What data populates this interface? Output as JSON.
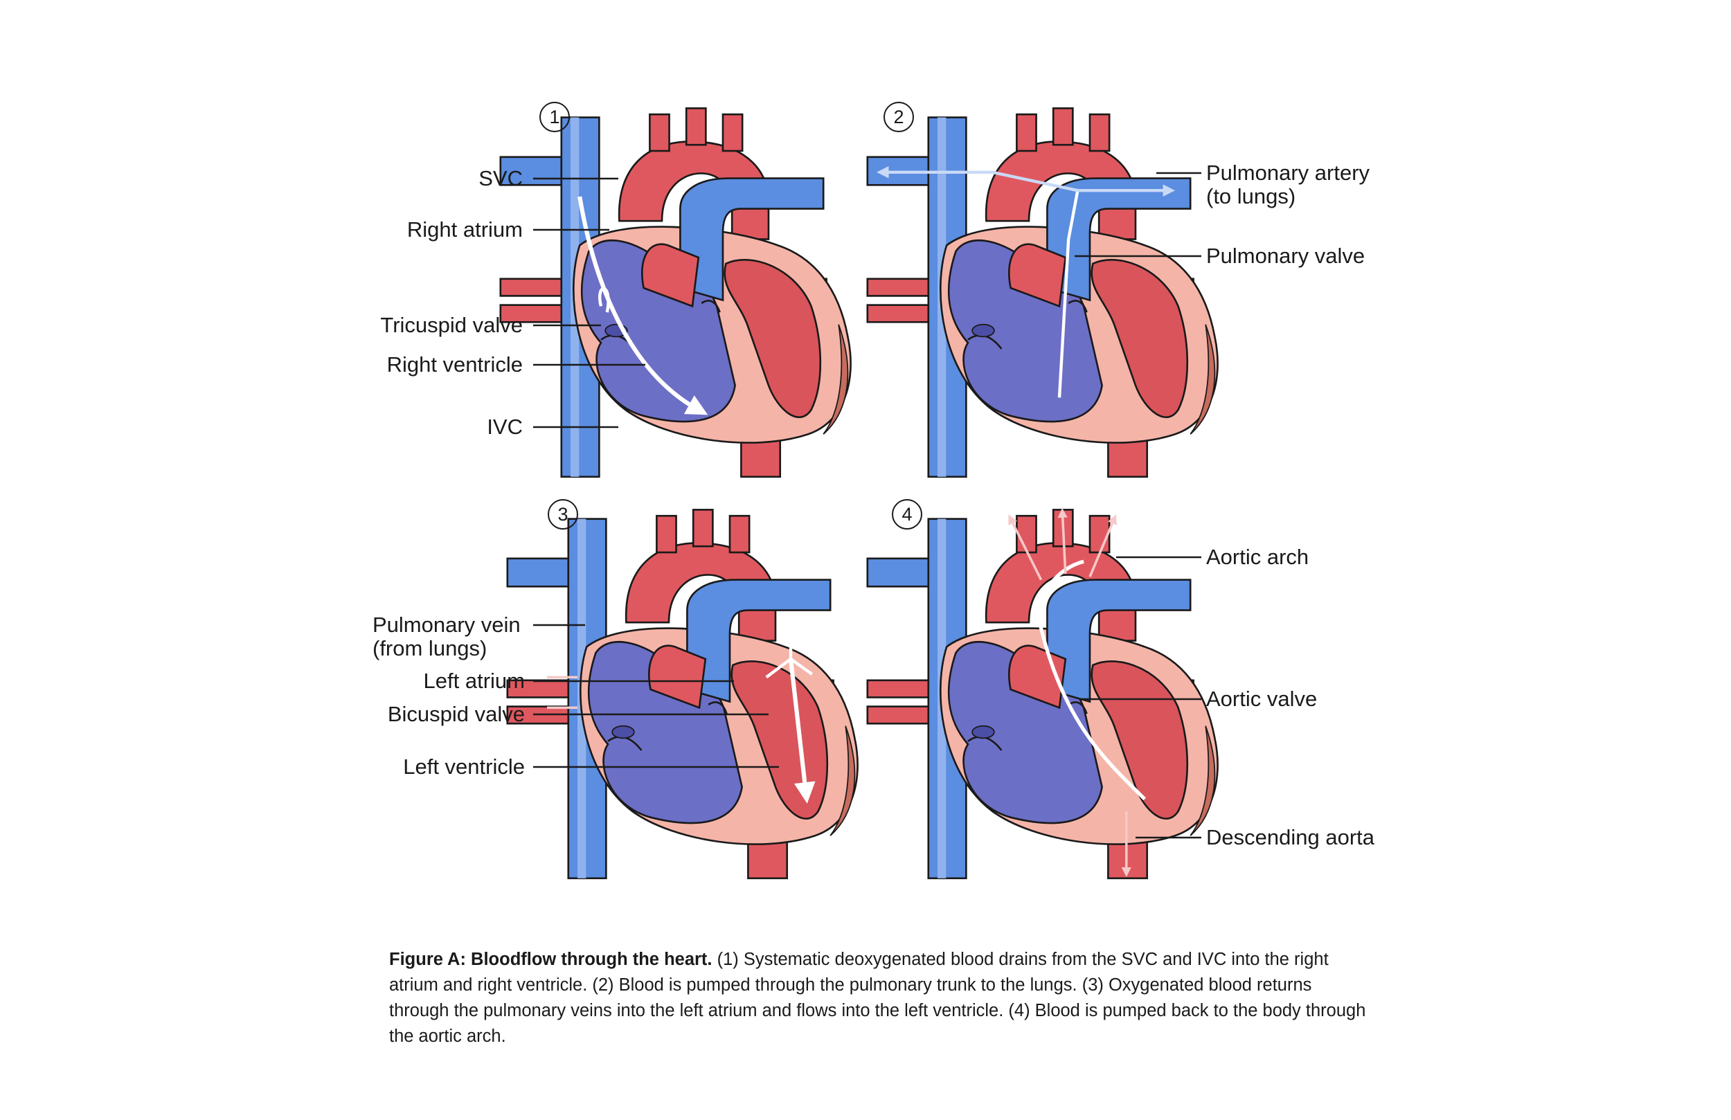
{
  "panels": [
    {
      "number": "1",
      "labels": {
        "svc": "SVC",
        "right_atrium": "Right atrium",
        "tricuspid_valve": "Tricuspid valve",
        "right_ventricle": "Right ventricle",
        "ivc": "IVC"
      }
    },
    {
      "number": "2",
      "labels": {
        "pulmonary_artery_1": "Pulmonary artery",
        "pulmonary_artery_2": "(to lungs)",
        "pulmonary_valve": "Pulmonary valve"
      }
    },
    {
      "number": "3",
      "labels": {
        "pulmonary_vein_1": "Pulmonary vein",
        "pulmonary_vein_2": "(from lungs)",
        "left_atrium": "Left atrium",
        "bicuspid_valve": "Bicuspid valve",
        "left_ventricle": "Left ventricle"
      }
    },
    {
      "number": "4",
      "labels": {
        "aortic_arch": "Aortic arch",
        "aortic_valve": "Aortic valve",
        "descending_aorta": "Descending aorta"
      }
    }
  ],
  "caption": {
    "title": "Figure A: Bloodflow through the heart.",
    "text": " (1) Systematic deoxygenated blood drains from the SVC and IVC into the right atrium and right ventricle. (2) Blood is pumped through the pulmonary trunk to the lungs. (3) Oxygenated blood returns through the pulmonary veins into the left atrium and flows into the left ventricle. (4) Blood is pumped back to the body through the aortic arch."
  },
  "colors": {
    "vein_blue": "#5b8de0",
    "chamber_blue": "#6c6fc6",
    "artery_red": "#e0585f",
    "chamber_red": "#d9555b",
    "tissue_pink": "#f5b4a8",
    "outline": "#1a1a1a"
  }
}
